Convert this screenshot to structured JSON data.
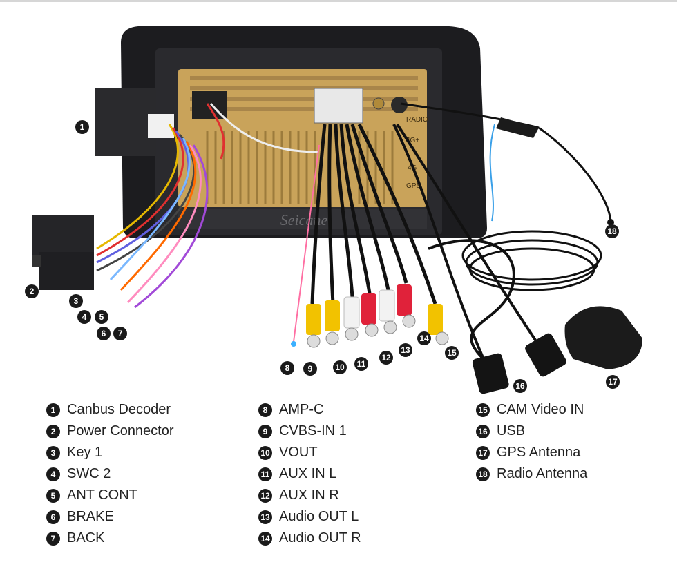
{
  "watermark": "Seicane",
  "unit_labels": {
    "radio": "RADIO",
    "fourg_a": "4G+",
    "fourg_b": "4G",
    "gps": "GPS"
  },
  "markers": [
    "1",
    "2",
    "3",
    "4",
    "5",
    "6",
    "7",
    "8",
    "9",
    "10",
    "11",
    "12",
    "13",
    "14",
    "15",
    "16",
    "17",
    "18"
  ],
  "legend": {
    "col1": [
      {
        "num": "1",
        "label": "Canbus Decoder"
      },
      {
        "num": "2",
        "label": "Power Connector"
      },
      {
        "num": "3",
        "label": "Key 1"
      },
      {
        "num": "4",
        "label": "SWC 2"
      },
      {
        "num": "5",
        "label": "ANT CONT"
      },
      {
        "num": "6",
        "label": "BRAKE"
      },
      {
        "num": "7",
        "label": "BACK"
      }
    ],
    "col2": [
      {
        "num": "8",
        "label": "AMP-C"
      },
      {
        "num": "9",
        "label": "CVBS-IN 1"
      },
      {
        "num": "10",
        "label": "VOUT"
      },
      {
        "num": "11",
        "label": "AUX IN L"
      },
      {
        "num": "12",
        "label": "AUX IN R"
      },
      {
        "num": "13",
        "label": "Audio OUT L"
      },
      {
        "num": "14",
        "label": "Audio OUT R"
      }
    ],
    "col3": [
      {
        "num": "15",
        "label": "CAM Video IN"
      },
      {
        "num": "16",
        "label": "USB"
      },
      {
        "num": "17",
        "label": "GPS Antenna"
      },
      {
        "num": "18",
        "label": "Radio Antenna"
      }
    ]
  }
}
